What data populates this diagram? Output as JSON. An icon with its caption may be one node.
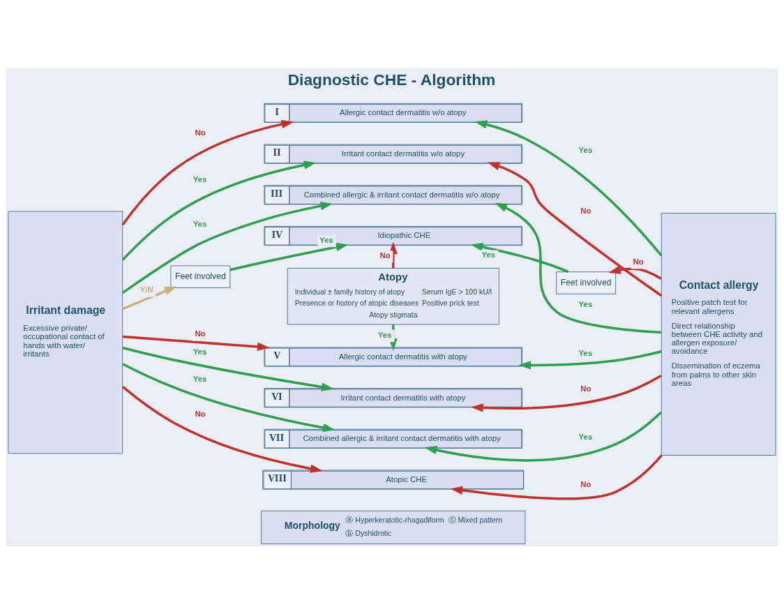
{
  "diagram": {
    "title": "Diagnostic CHE - Algorithm",
    "nodes": [
      {
        "text": [
          "Irritant damage",
          "Excessive private/ occupational contact of hands with water/ irritants"
        ]
      },
      {
        "text": [
          "Feet involved"
        ]
      },
      {
        "text": [
          "I",
          "Allergic contact dermatitis w/o atopy"
        ]
      },
      {
        "text": [
          "II",
          "Irritant contact dermatitis w/o atopy"
        ]
      },
      {
        "text": [
          "III",
          "Combined allergic & irritant contact dermatitis w/o atopy"
        ]
      },
      {
        "text": [
          "IV",
          "Idiopathic CHE"
        ]
      },
      {
        "text": [
          "Atopy",
          "Individual ± family history of atopy",
          "Serum IgE > 100 kU/l",
          "Presence or history of atopic diseases",
          "Positive prick test",
          "Atopy stigmata"
        ]
      },
      {
        "text": [
          "V",
          "Allergic contact dermatitis with atopy"
        ]
      },
      {
        "text": [
          "VI",
          "Irritant contact dermatitis with atopy"
        ]
      },
      {
        "text": [
          "VII",
          "Combined allergic & irritant contact dermatitis with atopy"
        ]
      },
      {
        "text": [
          "VIII",
          "Atopic CHE"
        ]
      },
      {
        "text": [
          "Morphology",
          "ⓐ Hyperkeratotic-rhagadiform",
          "ⓑ Dyshidrotic",
          "ⓒ Mixed pattern"
        ]
      },
      {
        "text": [
          "Feet involved"
        ]
      },
      {
        "text": [
          "Contact allergy",
          "Positive patch test for relevant allergens",
          "Direct relationship between CHE activity and allergen exposure/ avoidance",
          "Dissemination of eczema from palms to other skin areas"
        ]
      }
    ],
    "edges": [
      {
        "from": 0,
        "to": 2,
        "arrow": "to",
        "label": "No",
        "color": "#c0312b"
      },
      {
        "from": 0,
        "to": 3,
        "arrow": "to",
        "label": "Yes"
      },
      {
        "from": 0,
        "to": 4,
        "arrow": "to",
        "label": "Yes"
      },
      {
        "from": 0,
        "to": 1,
        "arrow": "to",
        "label": "Y/N",
        "color": "#c8b27a"
      },
      {
        "from": 1,
        "to": 5,
        "arrow": "to",
        "label": "Yes"
      },
      {
        "from": 0,
        "to": 7,
        "arrow": "to",
        "label": "No",
        "color": "#c0312b"
      },
      {
        "from": 0,
        "to": 8,
        "arrow": "to",
        "label": "Yes"
      },
      {
        "from": 0,
        "to": 9,
        "arrow": "to",
        "label": "Yes"
      },
      {
        "from": 0,
        "to": 10,
        "arrow": "to",
        "label": "No",
        "color": "#c0312b"
      },
      {
        "from": 13,
        "to": 2,
        "arrow": "to",
        "label": "Yes"
      },
      {
        "from": 13,
        "to": 3,
        "arrow": "to",
        "label": "No",
        "color": "#c0312b"
      },
      {
        "from": 13,
        "to": 4,
        "arrow": "to",
        "label": "Yes"
      },
      {
        "from": 13,
        "to": 12,
        "arrow": "to",
        "label": "No",
        "color": "#c0312b"
      },
      {
        "from": 12,
        "to": 5,
        "arrow": "to",
        "label": "Yes"
      },
      {
        "from": 13,
        "to": 7,
        "arrow": "to",
        "label": "Yes"
      },
      {
        "from": 13,
        "to": 8,
        "arrow": "to",
        "label": "No",
        "color": "#c0312b"
      },
      {
        "from": 13,
        "to": 9,
        "arrow": "to",
        "label": "Yes"
      },
      {
        "from": 13,
        "to": 10,
        "arrow": "to",
        "label": "No",
        "color": "#c0312b"
      },
      {
        "from": 6,
        "to": 5,
        "arrow": "to",
        "label": "No",
        "color": "#c0312b"
      },
      {
        "from": 6,
        "to": 7,
        "arrow": "to",
        "label": "Yes"
      }
    ]
  }
}
